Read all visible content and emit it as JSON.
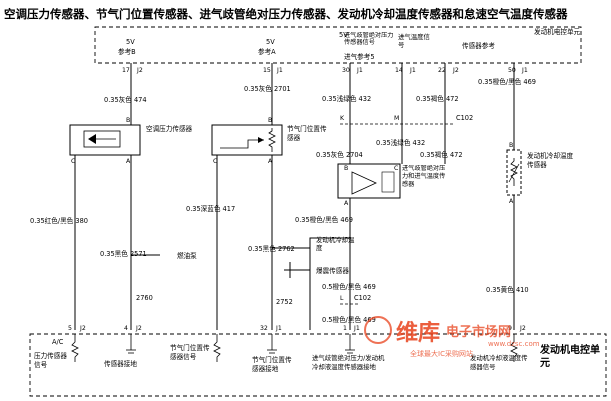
{
  "title": "空调压力传感器、节气门位置传感器、进气歧管绝对压力传感器、发动机冷却温度传感器和怠速空气温度传感器",
  "ecm_top": {
    "v5_b": "5V",
    "ref_b": "参考B",
    "v5_a": "5V",
    "ref_a": "参考A",
    "v5_c": "5V",
    "map_iat_signal": "进气歧管绝对压力传感器信号",
    "ref_c": "进气参考5",
    "iat_signal_top": "进气温度信号",
    "sensor_ref": "传感器参考",
    "ecm_label": "发动机电控单元"
  },
  "pins_top": {
    "p1": "17",
    "p1c": "J2",
    "p2": "15",
    "p2c": "J1",
    "p3": "30",
    "p3c": "J1",
    "p4": "14",
    "p4c": "J1",
    "p5": "22",
    "p5c": "J2",
    "p6": "50",
    "p6c": "J1"
  },
  "wires": {
    "w474": "0.35灰色 474",
    "w2701": "0.35灰色 2701",
    "w432": "0.35浅绿色 432",
    "w472": "0.35褐色 472",
    "w469": "0.35橙色/黑色 469",
    "w2704": "0.35灰色 2704",
    "w432b": "0.35浅绿色 432",
    "w472b": "0.35褐色 472",
    "w380": "0.35红色/黑色 380",
    "w417": "0.35深蓝色 417",
    "w469b": "0.35橙色/黑色 469",
    "w2571": "0.35黑色 2571",
    "w2762": "0.35黑色 2762",
    "w469c": "0.5橙色/黑色 469",
    "w469d": "0.5橙色/黑色 469",
    "w410": "0.35黄色 410",
    "w2760": "2760",
    "w2752": "2752"
  },
  "connectors": {
    "k": "K",
    "m": "M",
    "c102": "C102",
    "l": "L",
    "c102b": "C102"
  },
  "components": {
    "ac_sensor": "空调压力传感器",
    "tps": "节气门位置传感器",
    "map_sensor": "进气歧管绝对压力和进气温度传感器",
    "ect_sensor": "发动机冷却温度传感器",
    "fuel_pump": "燃油泵",
    "ect_gauge": "发动机冷却温度",
    "knock_sensor": "爆震传感器"
  },
  "pin_letters": {
    "b1": "B",
    "c1": "C",
    "a1": "A",
    "b2": "B",
    "c2": "C",
    "a2": "A",
    "b3": "B",
    "c3": "C",
    "a3": "A",
    "b4": "B",
    "a4": "A"
  },
  "pins_bottom": {
    "q1": "5",
    "q1c": "J2",
    "q2": "4",
    "q2c": "J2",
    "q3": "32",
    "q3c": "J1",
    "q4": "1",
    "q4c": "J1",
    "q5": "9",
    "q5c": "J2"
  },
  "ecm_bottom": {
    "ac_label": "A/C",
    "ac_signal": "压力传感器信号",
    "sensor_ground": "传感器接地",
    "tps_signal": "节气门位置传感器信号",
    "tps_ground": "节气门位置传感器接地",
    "map_ect_ground": "进气歧管绝对压力/发动机冷却液温度传感器接地",
    "ect_signal": "发动机冷却液温度传感器信号",
    "ecm_label": "发动机电控单元"
  },
  "watermark": {
    "brand": "维库",
    "site": "电子市场网",
    "slogan": "全球最大IC采购网站",
    "url": "www.dzsc.com"
  }
}
